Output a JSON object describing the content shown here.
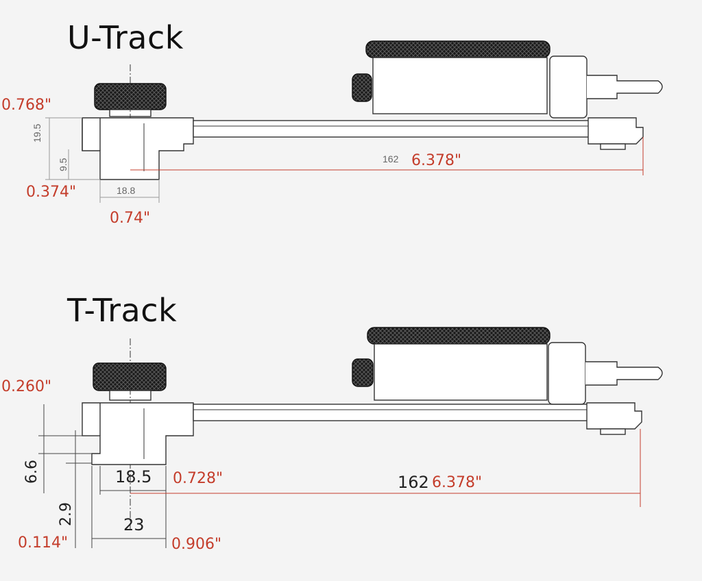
{
  "u_track": {
    "title": "U-Track",
    "labels_in": {
      "height": "0.768\"",
      "slot": "0.374\"",
      "width": "0.74\"",
      "length": "6.378\""
    },
    "labels_mm": {
      "height": "19.5",
      "slot": "9.5",
      "width": "18.8",
      "length": "162"
    }
  },
  "t_track": {
    "title": "T-Track",
    "labels_in": {
      "height": "0.260\"",
      "slot": "0.114\"",
      "neck_width": "0.728\"",
      "base_width": "0.906\"",
      "length": "6.378\""
    },
    "labels_mm": {
      "height": "6.6",
      "slot": "2.9",
      "neck_width": "18.5",
      "base_width": "23",
      "length": "162"
    }
  },
  "colors": {
    "inch_labels": "#c43d2b",
    "mm_labels": "#666666",
    "lines": "#333333",
    "knob": "#1a1a1a"
  }
}
